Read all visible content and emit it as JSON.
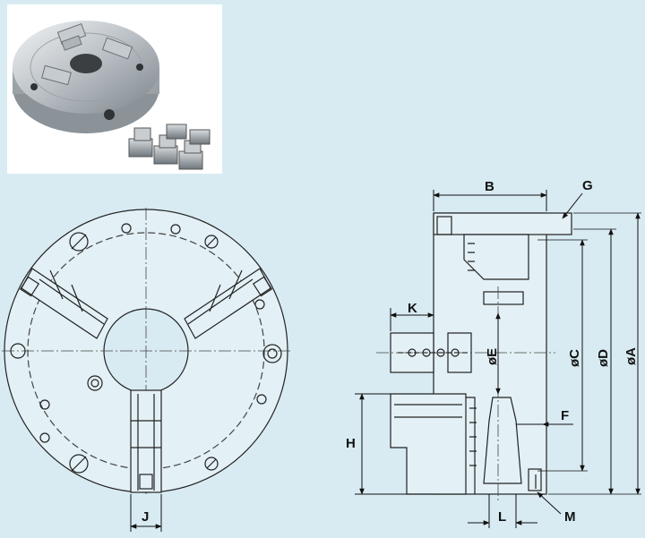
{
  "photo": {
    "alt": "three-jaw lathe chuck with spare jaws"
  },
  "dimensions": {
    "B": "B",
    "G": "G",
    "K": "K",
    "E": "øE",
    "C": "øC",
    "D": "øD",
    "A": "øA",
    "F": "F",
    "H": "H",
    "J": "J",
    "L": "L",
    "M": "M"
  },
  "colors": {
    "background": "#d8ebf2",
    "line": "#222222",
    "center_line": "#444444"
  }
}
